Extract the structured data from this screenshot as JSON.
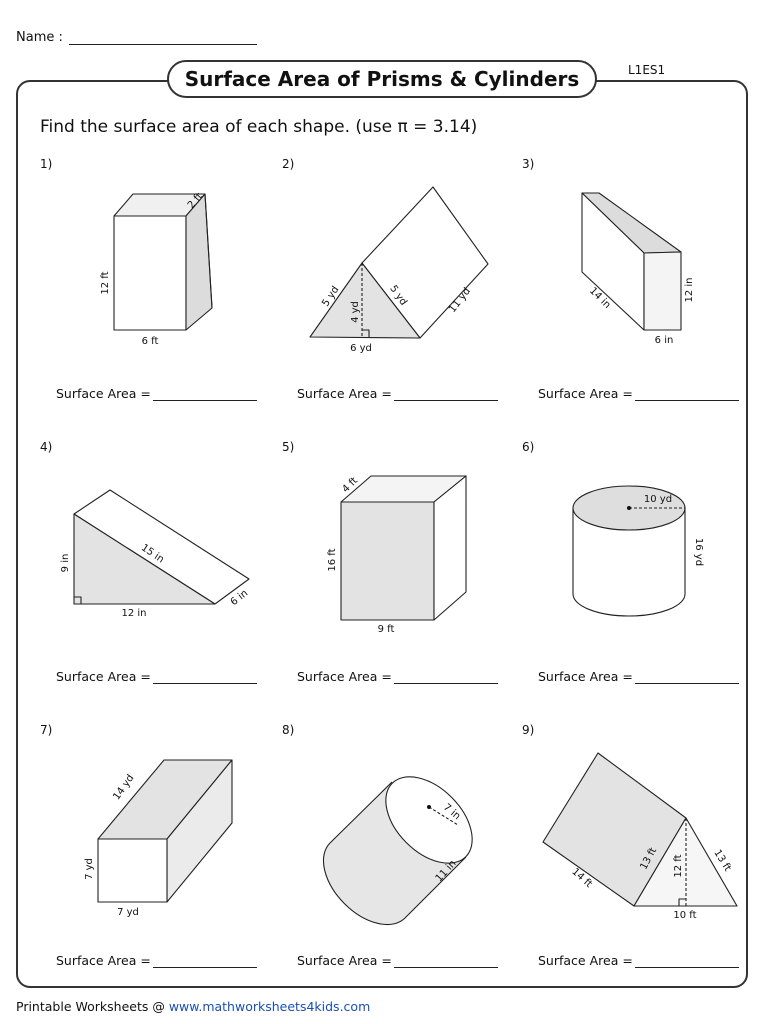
{
  "header": {
    "name_label": "Name :",
    "code": "L1ES1"
  },
  "title": "Surface Area of Prisms & Cylinders",
  "instructions": "Find the surface area of each shape. (use π = 3.14)",
  "answer_label": "Surface Area =",
  "problems": [
    {
      "number": "1)",
      "labels": [
        "2 ft",
        "12 ft",
        "6 ft"
      ]
    },
    {
      "number": "2)",
      "labels": [
        "5 yd",
        "4 yd",
        "5 yd",
        "11 yd",
        "6 yd"
      ]
    },
    {
      "number": "3)",
      "labels": [
        "14 in",
        "12 in",
        "6 in"
      ]
    },
    {
      "number": "4)",
      "labels": [
        "9 in",
        "15 in",
        "12 in",
        "6 in"
      ]
    },
    {
      "number": "5)",
      "labels": [
        "4 ft",
        "16 ft",
        "9 ft"
      ]
    },
    {
      "number": "6)",
      "labels": [
        "10 yd",
        "16 yd"
      ]
    },
    {
      "number": "7)",
      "labels": [
        "14 yd",
        "7 yd",
        "7 yd"
      ]
    },
    {
      "number": "8)",
      "labels": [
        "7 in",
        "11 in"
      ]
    },
    {
      "number": "9)",
      "labels": [
        "14 ft",
        "13 ft",
        "12 ft",
        "13 ft",
        "10 ft"
      ]
    }
  ],
  "footer": {
    "prefix": "Printable Worksheets @ ",
    "url": "www.mathworksheets4kids.com"
  },
  "colors": {
    "shade": "#e3e3e3",
    "shade_dark": "#d4d4d4",
    "stroke": "#222222",
    "link": "#1a4fb5"
  }
}
